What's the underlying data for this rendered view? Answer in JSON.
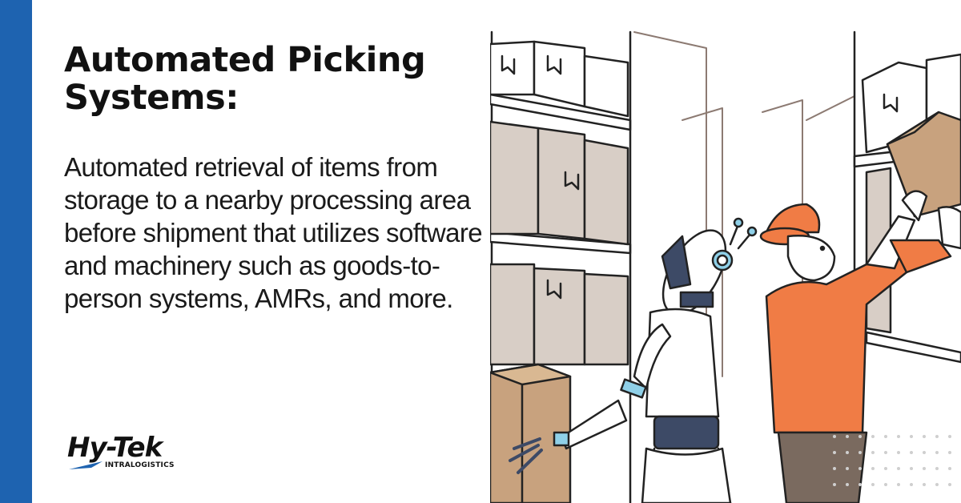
{
  "title": "Automated Picking Systems:",
  "description": "Automated retrieval of items from storage to a nearby processing area before shipment that utilizes software and machinery such as goods-to-person systems, AMRs, and more.",
  "logo": {
    "name": "Hy-Tek",
    "tagline": "INTRALOGISTICS"
  },
  "illustration": {
    "subject": "robot-and-worker-in-warehouse"
  },
  "colors": {
    "accent": "#1e63b0",
    "cardboard": "#c8a27e",
    "worker_orange": "#f07c45",
    "robot_dark": "#3d4a66",
    "robot_blue": "#8fd0e8"
  }
}
